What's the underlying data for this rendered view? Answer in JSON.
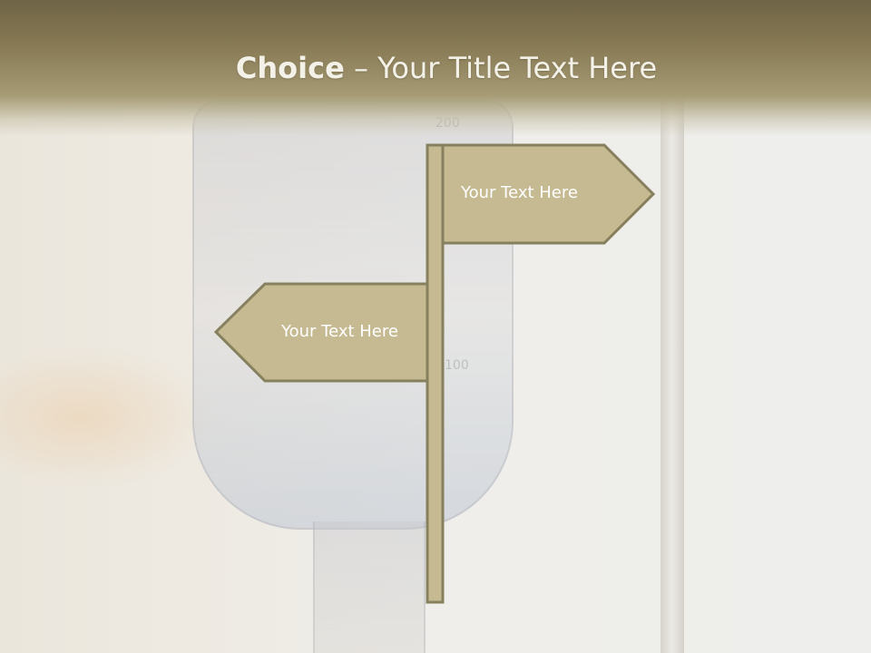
{
  "header": {
    "title_bold": "Choice",
    "title_dash": " – ",
    "title_rest": "Your Title Text Here"
  },
  "signpost": {
    "right_sign_text": "Your Text Here",
    "left_sign_text": "Your Text Here"
  },
  "background": {
    "bag_marks": [
      "200",
      "100"
    ]
  },
  "colors": {
    "header_dark": "#6f6446",
    "sign_fill": "#c5ba91",
    "sign_stroke": "#87805f",
    "title_text": "#f4f1e8"
  }
}
